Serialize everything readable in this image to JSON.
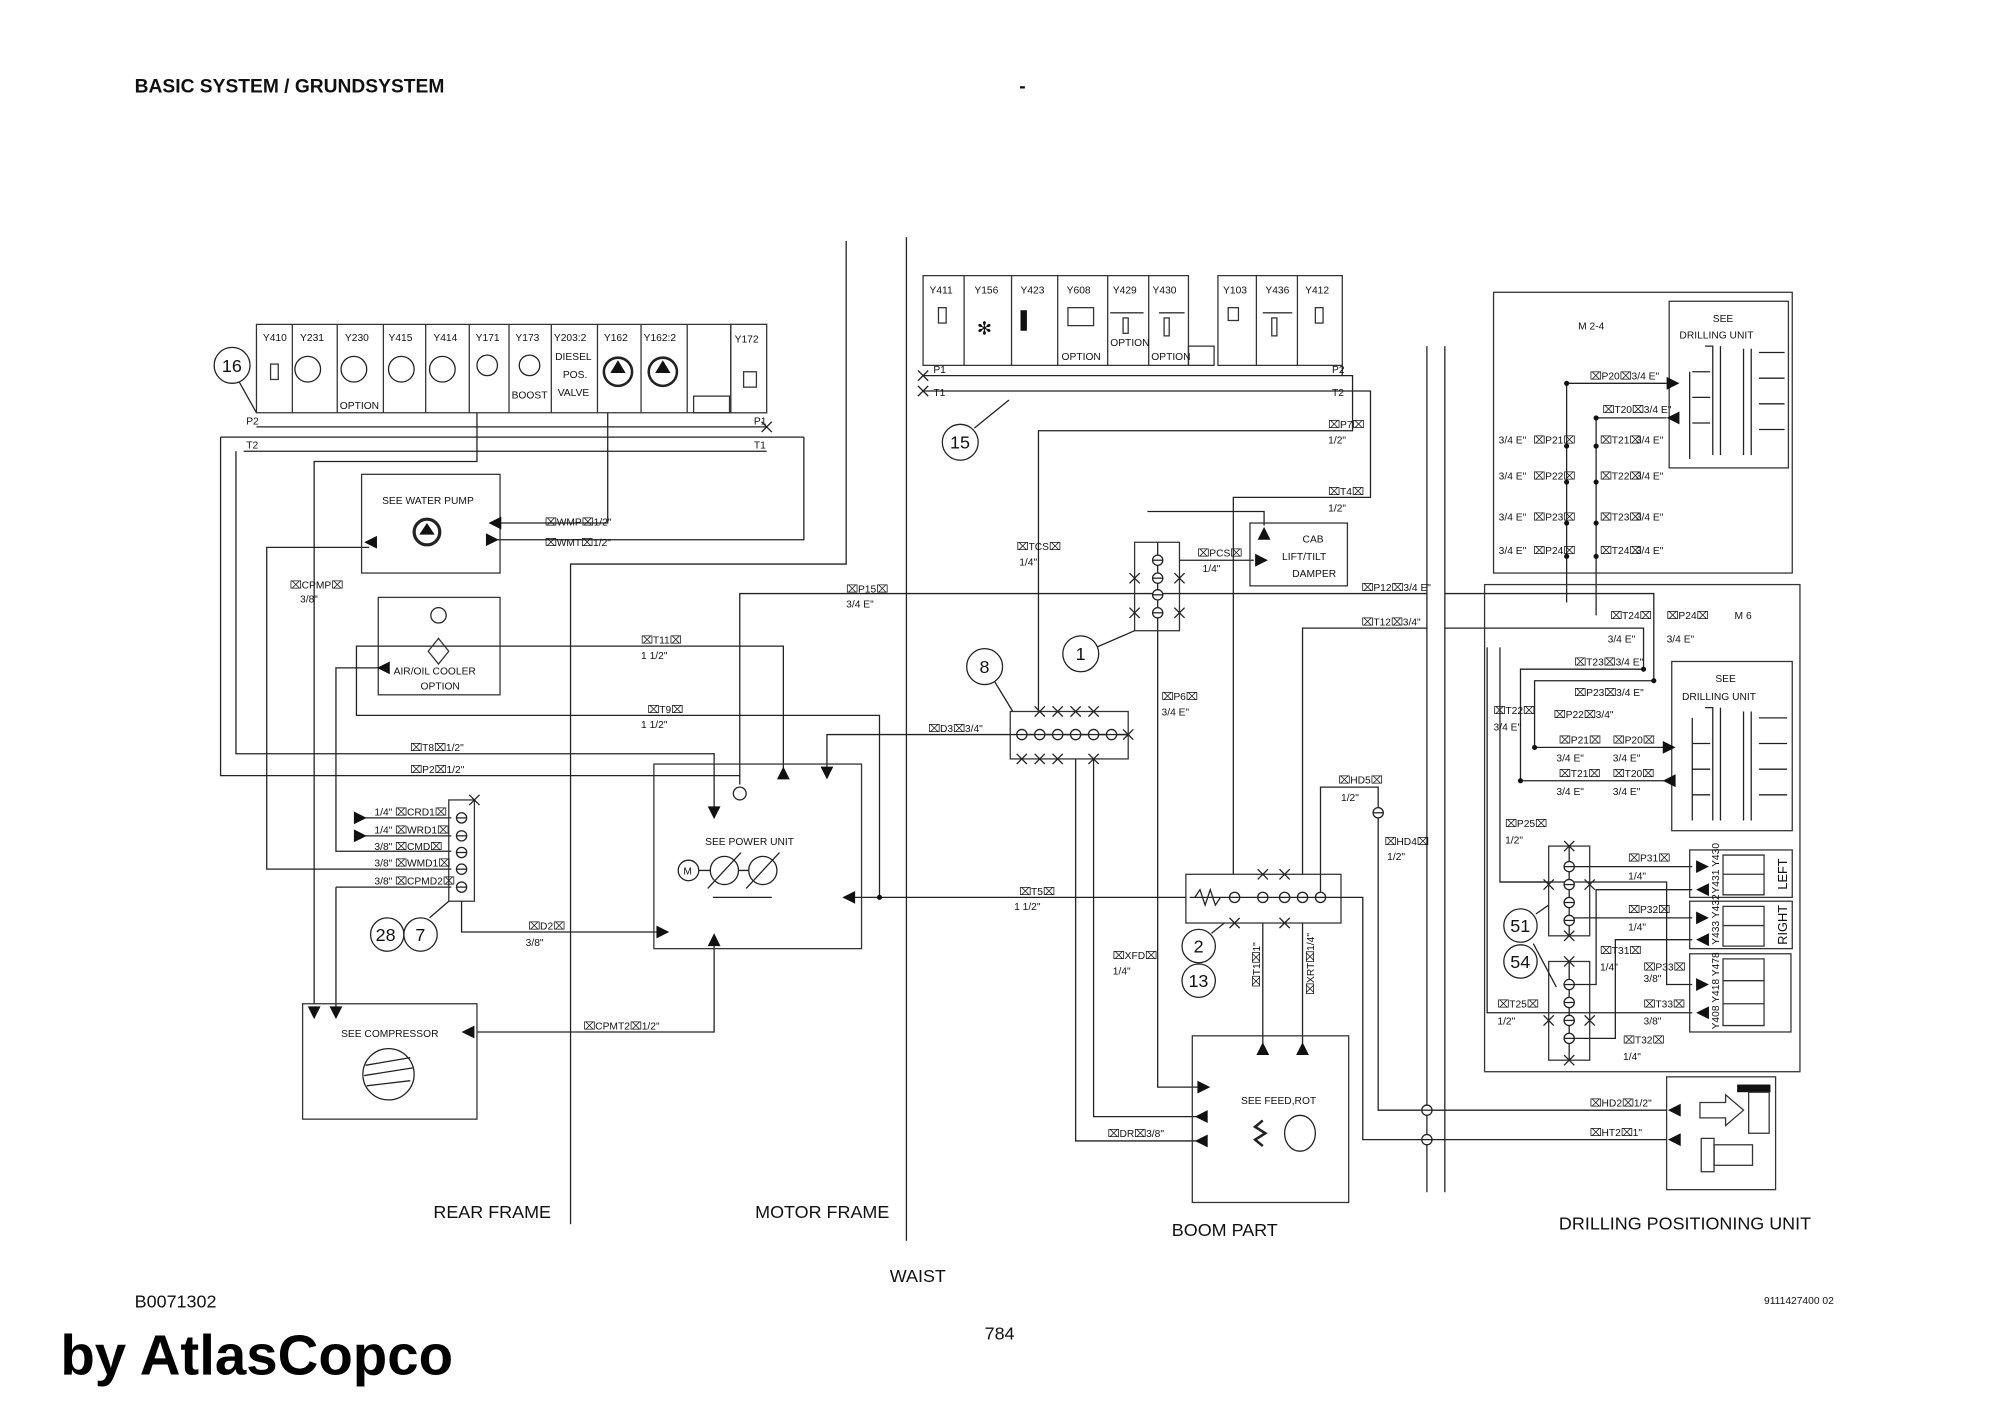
{
  "header": {
    "title": "BASIC SYSTEM / GRUNDSYSTEM",
    "dash": "-"
  },
  "footer": {
    "doc_code": "B0071302",
    "page": "784",
    "part_number": "9111427400 02",
    "watermark": "by AtlasCopco"
  },
  "sections": {
    "rear_frame": "REAR FRAME",
    "motor_frame": "MOTOR FRAME",
    "waist": "WAIST",
    "boom_part": "BOOM PART",
    "drilling_positioning_unit": "DRILLING POSITIONING UNIT"
  },
  "rear_valve_block": {
    "valves": [
      "Y410",
      "Y231",
      "Y230",
      "Y415",
      "Y414",
      "Y171",
      "Y173",
      "Y203:2",
      "Y162",
      "Y162:2",
      "Y172"
    ],
    "notes": {
      "option": "OPTION",
      "boost": "BOOST",
      "diesel": "DIESEL",
      "pos": "POS.",
      "valve": "VALVE"
    },
    "ports": {
      "p2": "P2",
      "t2": "T2",
      "p1": "P1",
      "t1": "T1"
    }
  },
  "waist_valve_block": {
    "valves": [
      "Y411",
      "Y156",
      "Y423",
      "Y608",
      "Y429",
      "Y430",
      "Y103",
      "Y436",
      "Y412"
    ],
    "options": [
      "OPTION",
      "OPTION",
      "OPTION"
    ],
    "ports": {
      "p1": "P1",
      "t1": "T1",
      "p2": "P2",
      "t2": "T2"
    }
  },
  "components": {
    "water_pump": "SEE WATER PUMP",
    "cooler": [
      "AIR/OIL COOLER",
      "OPTION"
    ],
    "power_unit": "SEE POWER UNIT",
    "motor": "M",
    "compressor": "SEE COMPRESSOR",
    "cab_damper": [
      "CAB",
      "LIFT/TILT",
      "DAMPER"
    ],
    "feed_rot": "SEE FEED,ROT",
    "m24": "M 2-4",
    "m6": "M 6",
    "drilling_unit": [
      "SEE",
      "DRILLING UNIT"
    ],
    "left": "LEFT",
    "right": "RIGHT",
    "left_valves": "Y431 Y430",
    "right_valves": "Y433 Y432",
    "third_valves": "Y408 Y418 Y478"
  },
  "callouts": [
    "16",
    "15",
    "1",
    "8",
    "28",
    "7",
    "2",
    "13",
    "51",
    "54"
  ],
  "hoses": {
    "wmp": "⌧WMP⌧1/2\"",
    "wmt": "⌧WMT⌧1/2\"",
    "cpmp": [
      "⌧CPMP⌧",
      "3/8\""
    ],
    "t11": [
      "⌧T11⌧",
      "1 1/2\""
    ],
    "t9": [
      "⌧T9⌧",
      "1 1/2\""
    ],
    "t8": "⌧T8⌧1/2\"",
    "p2": "⌧P2⌧1/2\"",
    "p15": [
      "⌧P15⌧",
      "3/4 E\""
    ],
    "d3": "⌧D3⌧3/4\"",
    "crd1": "1/4\"  ⌧CRD1⌧",
    "wrd1": "1/4\"  ⌧WRD1⌧",
    "cmd": "3/8\"  ⌧CMD⌧",
    "wmd1": "3/8\"  ⌧WMD1⌧",
    "cpmd2": "3/8\"  ⌧CPMD2⌧",
    "d2": [
      "⌧D2⌧",
      "3/8\""
    ],
    "cpmt2": "⌧CPMT2⌧1/2\"",
    "t5": [
      "⌧T5⌧",
      "1 1/2\""
    ],
    "tcs": [
      "⌧TCS⌧",
      "1/4\""
    ],
    "pcs": [
      "⌧PCS⌧",
      "1/4\""
    ],
    "t4": [
      "⌧T4⌧",
      "1/2\""
    ],
    "p7": [
      "⌧P7⌧",
      "1/2\""
    ],
    "p12": "⌧P12⌧3/4 E\"",
    "t12": "⌧T12⌧3/4\"",
    "p6": [
      "⌧P6⌧",
      "3/4 E\""
    ],
    "xfd": [
      "⌧XFD⌧",
      "1/4\""
    ],
    "t1": "⌧T1⌧1\"",
    "xrt": "⌧XRT⌧1/4\"",
    "hd5": [
      "⌧HD5⌧",
      "1/2\""
    ],
    "hd4": [
      "⌧HD4⌧",
      "1/2\""
    ],
    "hd2": "⌧HD2⌧1/2\"",
    "ht2": "⌧HT2⌧1\"",
    "dr": "⌧DR⌧3/8\"",
    "m24_p20": "⌧P20⌧3/4 E\"",
    "m24_t20": "⌧T20⌧3/4 E\"",
    "m24_rows": [
      {
        "size": "3/4 E\"",
        "p": "⌧P21⌧",
        "t": "⌧T21⌧",
        "tsize": "3/4 E\""
      },
      {
        "size": "3/4 E\"",
        "p": "⌧P22⌧",
        "t": "⌧T22⌧",
        "tsize": "3/4 E\""
      },
      {
        "size": "3/4 E\"",
        "p": "⌧P23⌧",
        "t": "⌧T23⌧",
        "tsize": "3/4 E\""
      },
      {
        "size": "3/4 E\"",
        "p": "⌧P24⌧",
        "t": "⌧T24⌧",
        "tsize": "3/4 E\""
      }
    ],
    "m6_t24": [
      "⌧T24⌧",
      "3/4 E\""
    ],
    "m6_p24": [
      "⌧P24⌧",
      "3/4 E\""
    ],
    "m6_t23": "⌧T23⌧3/4 E\"",
    "m6_p23": "⌧P23⌧3/4 E\"",
    "m6_t22": [
      "⌧T22⌧",
      "3/4 E\""
    ],
    "m6_p22": "⌧P22⌧3/4\"",
    "m6_p21": [
      "⌧P21⌧",
      "3/4 E\""
    ],
    "m6_p20": [
      "⌧P20⌧",
      "3/4 E\""
    ],
    "m6_t21": [
      "⌧T21⌧",
      "3/4 E\""
    ],
    "m6_t20": [
      "⌧T20⌧",
      "3/4 E\""
    ],
    "p25": [
      "⌧P25⌧",
      "1/2\""
    ],
    "p31": [
      "⌧P31⌧",
      "1/4\""
    ],
    "p32": [
      "⌧P32⌧",
      "1/4\""
    ],
    "t31": [
      "⌧T31⌧",
      "1/4\""
    ],
    "p33": [
      "⌧P33⌧",
      "3/8\""
    ],
    "t25": [
      "⌧T25⌧",
      "1/2\""
    ],
    "t33": [
      "⌧T33⌧",
      "3/8\""
    ],
    "t32": [
      "⌧T32⌧",
      "1/4\""
    ]
  }
}
